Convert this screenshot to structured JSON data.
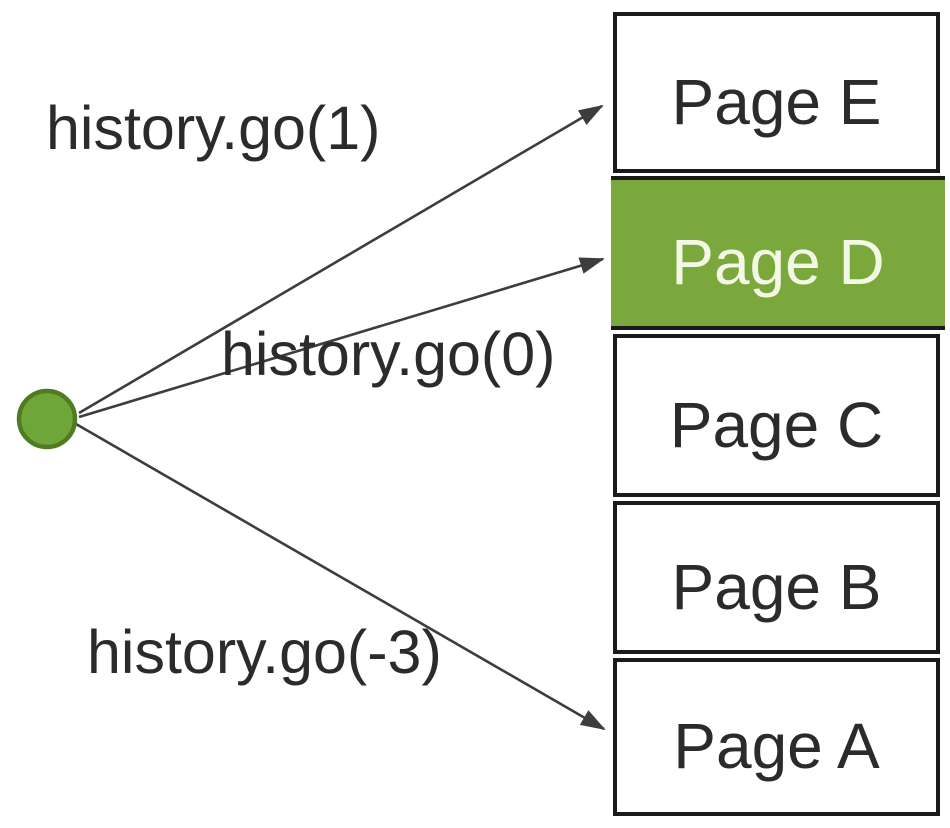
{
  "diagram": {
    "colors": {
      "active-fill": "#7aa83d",
      "active-text": "#f2f8e3",
      "dot-fill": "#6fa63a",
      "dot-stroke": "#4f7c20",
      "box-border": "#1a1a1a",
      "arrow": "#3d3d3d",
      "text": "#2b2b2b"
    },
    "labels": [
      {
        "text": "history.go(1)"
      },
      {
        "text": "history.go(0)"
      },
      {
        "text": "history.go(-3)"
      }
    ],
    "pages": [
      {
        "label": "Page E",
        "active": false
      },
      {
        "label": "Page D",
        "active": true
      },
      {
        "label": "Page C",
        "active": false
      },
      {
        "label": "Page B",
        "active": false
      },
      {
        "label": "Page A",
        "active": false
      }
    ]
  }
}
